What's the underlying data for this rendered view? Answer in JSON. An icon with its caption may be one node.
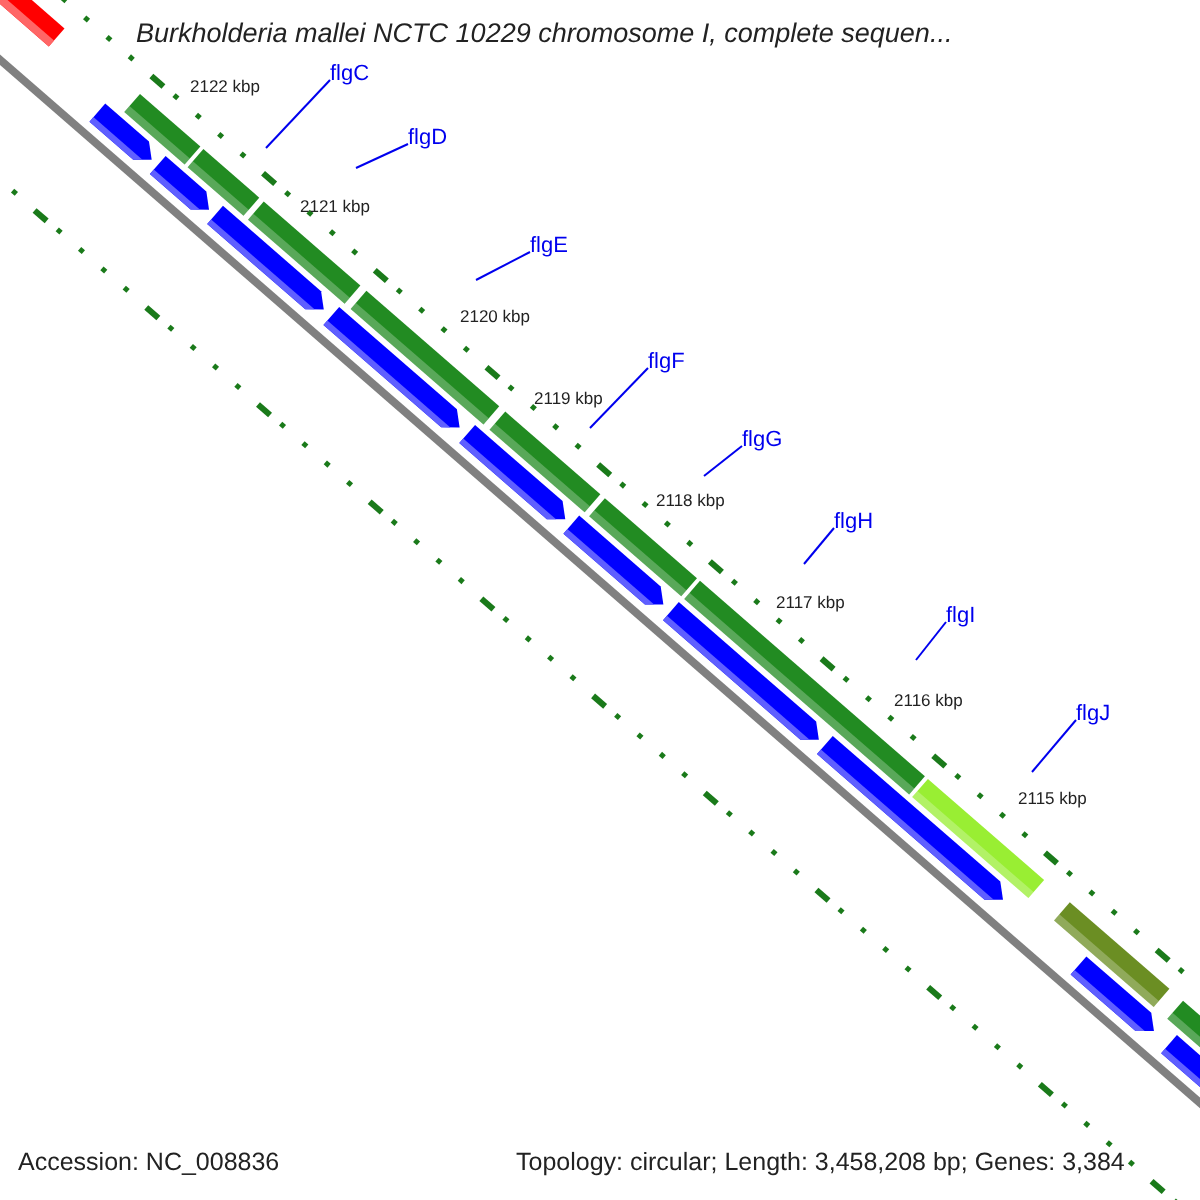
{
  "diagram": {
    "title": "Burkholderia mallei NCTC 10229 chromosome I, complete sequen...",
    "nodes": [
      {
        "text": [
          "flgC"
        ]
      },
      {
        "text": [
          "flgD"
        ]
      },
      {
        "text": [
          "flgE"
        ]
      },
      {
        "text": [
          "flgF"
        ]
      },
      {
        "text": [
          "flgG"
        ]
      },
      {
        "text": [
          "flgH"
        ]
      },
      {
        "text": [
          "flgI"
        ]
      },
      {
        "text": [
          "flgJ"
        ]
      }
    ],
    "edges": [
      {
        "from": 0,
        "to": null,
        "arrow": "none"
      },
      {
        "from": 1,
        "to": null,
        "arrow": "none"
      },
      {
        "from": 2,
        "to": null,
        "arrow": "none"
      },
      {
        "from": 3,
        "to": null,
        "arrow": "none"
      },
      {
        "from": 4,
        "to": null,
        "arrow": "none"
      },
      {
        "from": 5,
        "to": null,
        "arrow": "none"
      },
      {
        "from": 6,
        "to": null,
        "arrow": "none"
      },
      {
        "from": 7,
        "to": null,
        "arrow": "none"
      }
    ],
    "labels": [
      "2122 kbp",
      "2121 kbp",
      "2120 kbp",
      "2119 kbp",
      "2118 kbp",
      "2117 kbp",
      "2116 kbp",
      "2115 kbp",
      "Accession: NC_008836",
      "Topology: circular; Length: 3,458,208 bp; Genes: 3,384"
    ]
  }
}
